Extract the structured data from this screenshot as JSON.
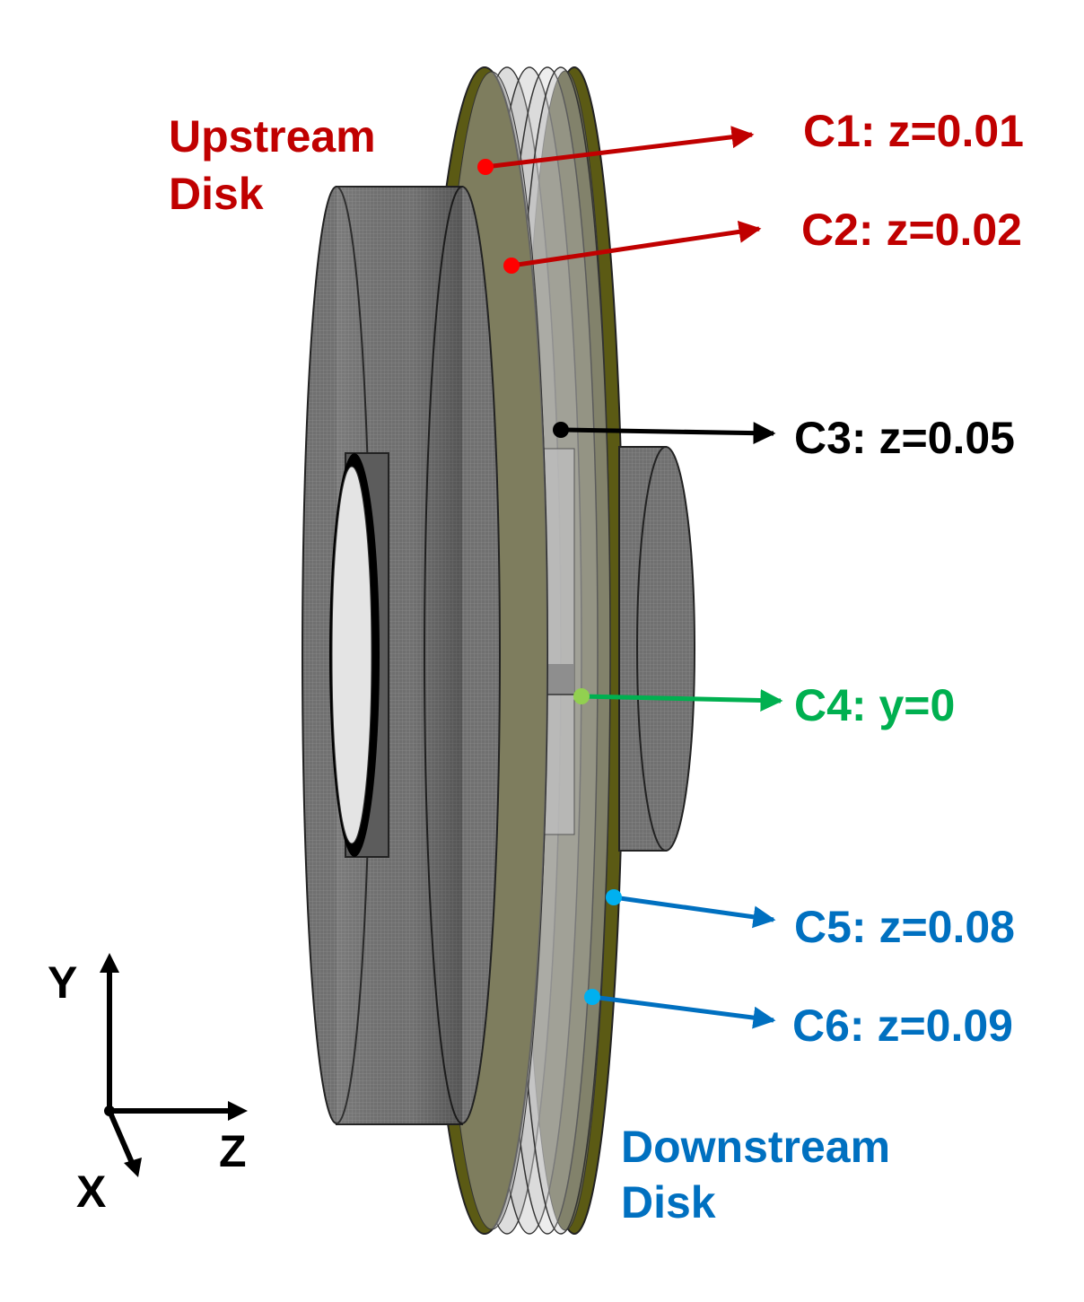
{
  "disks": {
    "upstream_line1": "Upstream",
    "upstream_line2": "Disk",
    "downstream_line1": "Downstream",
    "downstream_line2": "Disk"
  },
  "callouts": [
    {
      "id": "c1",
      "text": "C1: z=0.01",
      "color": "#c00000"
    },
    {
      "id": "c2",
      "text": "C2: z=0.02",
      "color": "#c00000"
    },
    {
      "id": "c3",
      "text": "C3: z=0.05",
      "color": "#000000"
    },
    {
      "id": "c4",
      "text": "C4: y=0",
      "color": "#00b050"
    },
    {
      "id": "c5",
      "text": "C5: z=0.08",
      "color": "#0070c0"
    },
    {
      "id": "c6",
      "text": "C6: z=0.09",
      "color": "#0070c0"
    }
  ],
  "axes": {
    "y": "Y",
    "z": "Z",
    "x": "X"
  },
  "colors": {
    "upstream": "#c00000",
    "downstream": "#0070c0",
    "disk_face": "#5b5a14",
    "mesh_gray": "#6e6e6e",
    "plane_gray": "#b4b4b4"
  }
}
